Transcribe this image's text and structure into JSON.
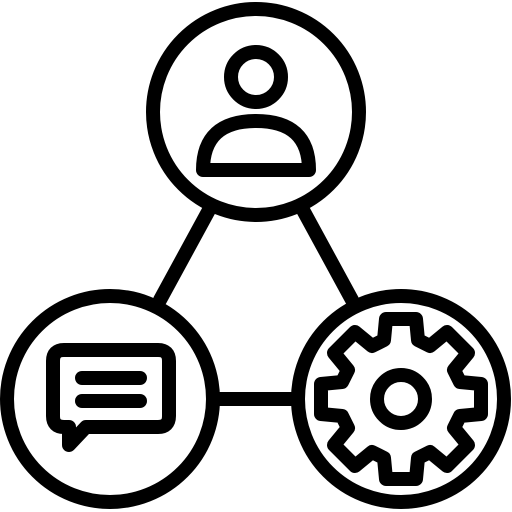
{
  "icon": {
    "name": "user-chat-settings-network-icon",
    "stroke_color": "#000000",
    "background": "#ffffff"
  },
  "nodes": [
    {
      "id": "user",
      "icon": "user-icon"
    },
    {
      "id": "chat",
      "icon": "chat-bubble-icon"
    },
    {
      "id": "settings",
      "icon": "gear-icon"
    }
  ],
  "connections": [
    {
      "from": "user",
      "to": "chat"
    },
    {
      "from": "user",
      "to": "settings"
    },
    {
      "from": "chat",
      "to": "settings"
    }
  ]
}
